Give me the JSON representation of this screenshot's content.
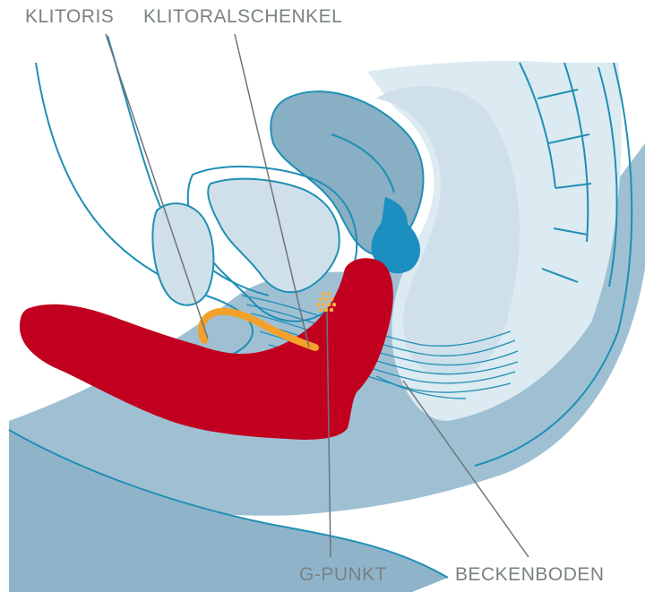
{
  "labels": {
    "clitoris": "KLITORIS",
    "clitoral_leg": "KLITORALSCHENKEL",
    "g_spot": "G-PUNKT",
    "pelvic_floor": "BECKENBODEN"
  },
  "colors": {
    "outline": "#1f8fb5",
    "tissue_light": "#cfe0ea",
    "tissue_mid": "#9fc0d3",
    "tissue_dark": "#88afc4",
    "spine_fill": "#dceaf1",
    "toy_red": "#c1001f",
    "clitoris_orange": "#f3a12a",
    "gspot_orange": "#f1b14a",
    "cervix_blue": "#1a8fc0",
    "leader_line": "#6f7477",
    "label_text": "#7a8184"
  }
}
